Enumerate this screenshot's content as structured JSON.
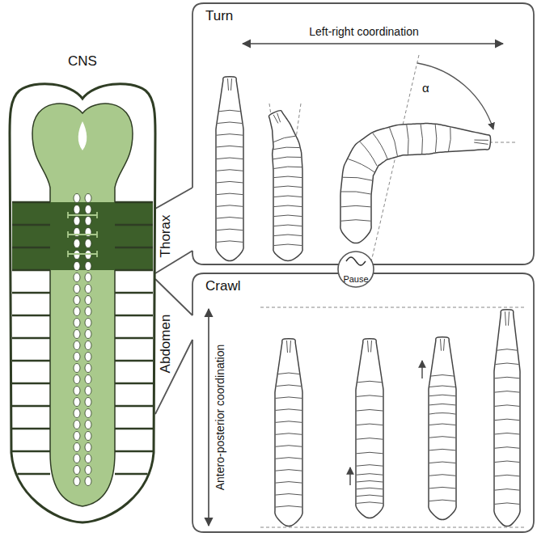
{
  "diagram": {
    "nodes": [
      {
        "text": [
          "CNS"
        ]
      },
      {
        "text": [
          "Turn",
          "Left-right coordination",
          "α"
        ]
      },
      {
        "text": [
          "Pause"
        ]
      },
      {
        "text": [
          "Crawl",
          "Antero-posterior coordination"
        ]
      }
    ],
    "edges": [
      {
        "from": 0,
        "to": 1,
        "arrow": "none"
      },
      {
        "from": 0,
        "to": 3,
        "arrow": "none"
      }
    ],
    "labels": [
      "Thorax",
      "Abdomen"
    ]
  }
}
